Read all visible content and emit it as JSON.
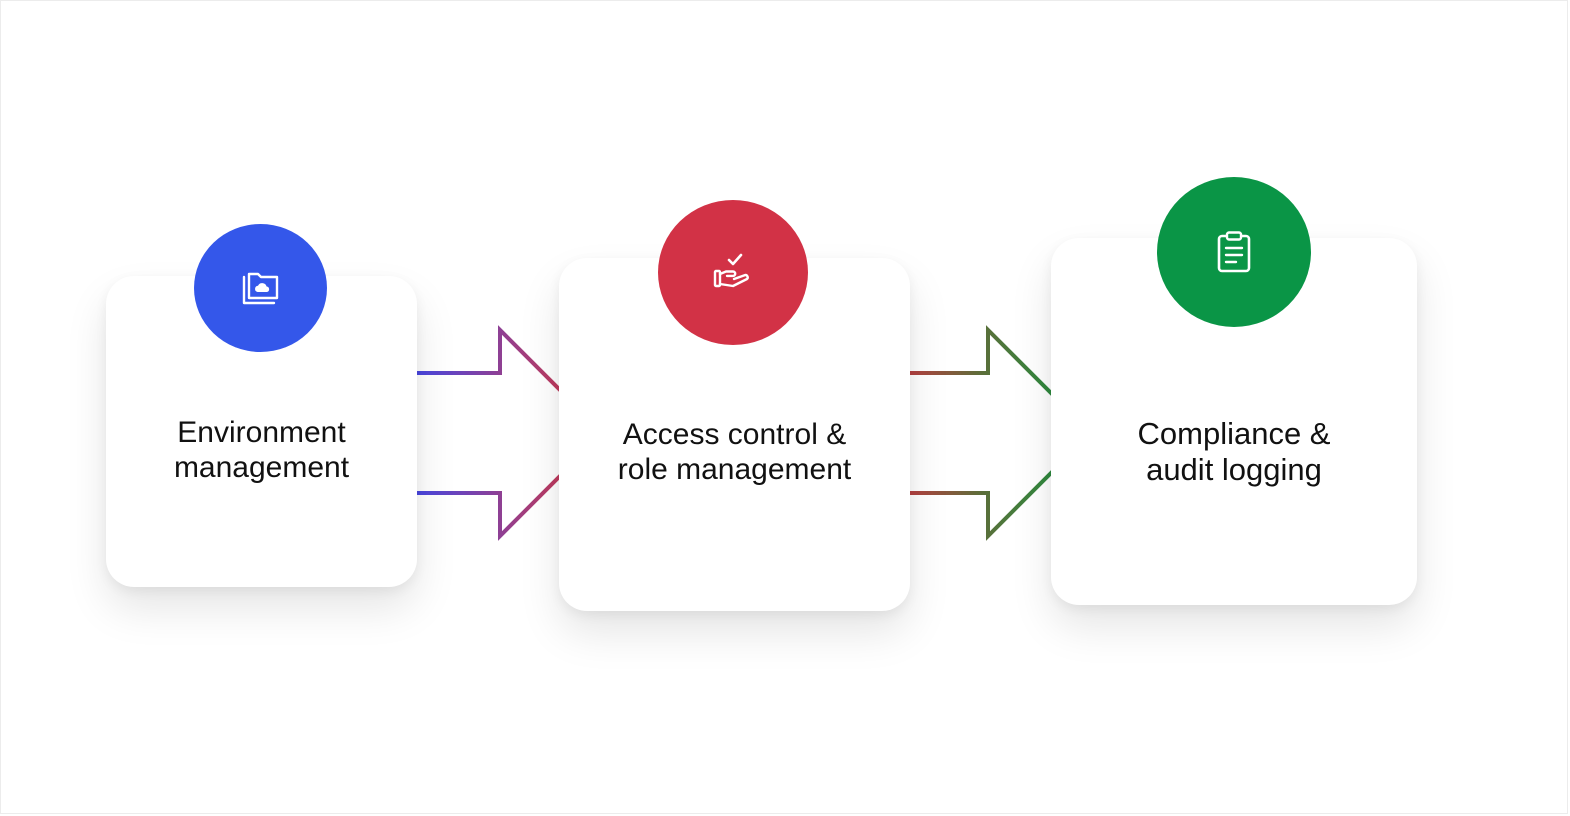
{
  "steps": [
    {
      "label": "Environment\nmanagement",
      "icon": "cloud-folder-icon",
      "color": "#3457ea"
    },
    {
      "label": "Access control &\nrole management",
      "icon": "hand-check-icon",
      "color": "#d23246"
    },
    {
      "label": "Compliance &\naudit logging",
      "icon": "clipboard-icon",
      "color": "#0a9546"
    }
  ],
  "arrows": [
    {
      "from": "Environment management",
      "to": "Access control & role management",
      "gradient": [
        "#4a47e0",
        "#c03a5c"
      ]
    },
    {
      "from": "Access control & role management",
      "to": "Compliance & audit logging",
      "gradient": [
        "#b54040",
        "#2e8a3e"
      ]
    }
  ]
}
